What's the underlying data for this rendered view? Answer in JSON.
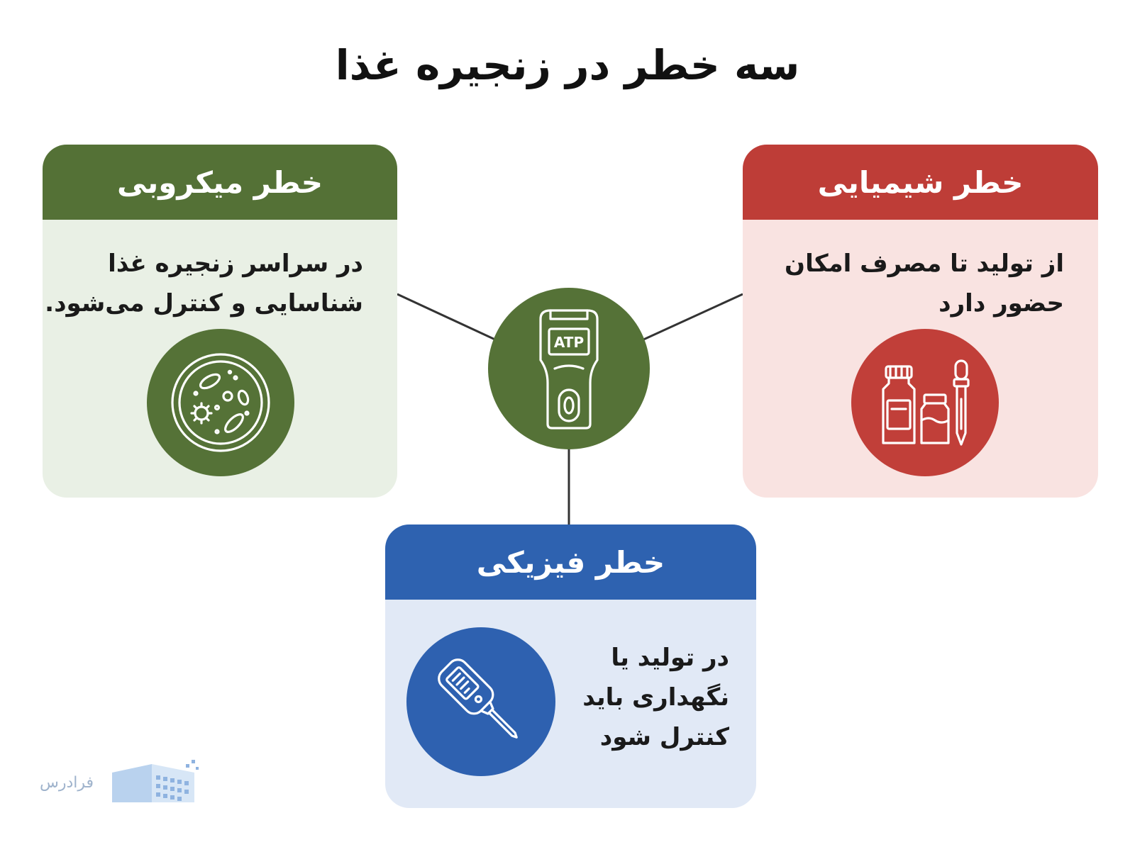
{
  "title": "سه خطر در زنجیره غذا",
  "center": {
    "icon": "atp-meter-icon",
    "device_label": "ATP"
  },
  "cards": {
    "microbial": {
      "title": "خطر میکروبی",
      "lines": [
        "در سراسر زنجیره غذا",
        "شناسایی و کنترل می‌شود."
      ],
      "icon": "petri-dish-icon",
      "color": "#547136"
    },
    "chemical": {
      "title": "خطر شیمیایی",
      "lines": [
        "از تولید تا مصرف امکان",
        "حضور دارد"
      ],
      "icon": "chemical-bottles-icon",
      "color": "#be3d37"
    },
    "physical": {
      "title": "خطر فیزیکی",
      "lines": [
        "در تولید یا",
        "نگهداری باید",
        "کنترل شود"
      ],
      "icon": "thermometer-probe-icon",
      "color": "#2e62b0"
    }
  },
  "logo": {
    "text": "فرادرس"
  }
}
